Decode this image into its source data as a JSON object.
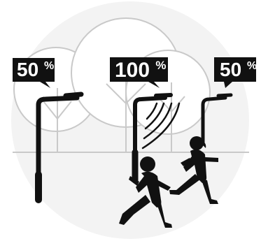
{
  "illustration": {
    "badges": [
      {
        "value": "50",
        "unit": "%"
      },
      {
        "value": "100",
        "unit": "%"
      },
      {
        "value": "50",
        "unit": "%"
      }
    ],
    "colors": {
      "ink": "#111111",
      "outline": "#bdbdbd",
      "circle": "#f3f3f3",
      "badge_bg": "#111111",
      "badge_text": "#ffffff"
    },
    "icons": [
      "street-lamp",
      "tree",
      "runner",
      "motion-sensor-waves"
    ]
  }
}
